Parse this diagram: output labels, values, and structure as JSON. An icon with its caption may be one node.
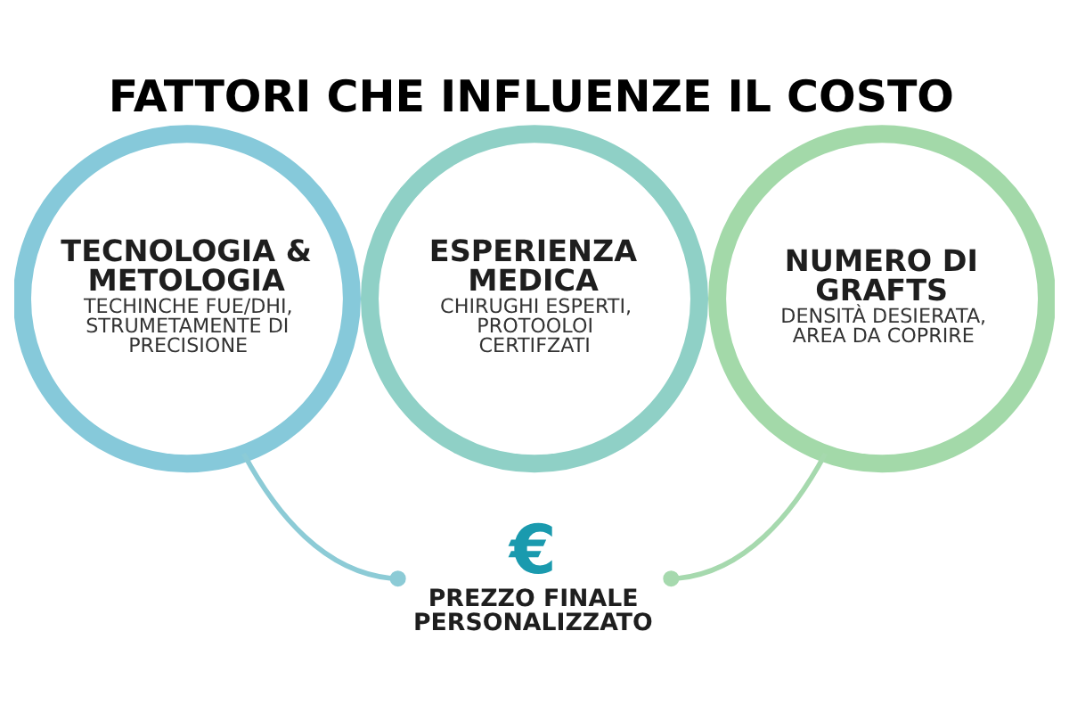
{
  "diagram": {
    "title": "FATTORI CHE INFLUENZE IL COSTO",
    "nodes": [
      {
        "text": [
          "TECNOLOGIA & METOLOGIA",
          "TECHINCHE FUE/DHI, STRUMETAMENTE DI PRECISIONE"
        ]
      },
      {
        "text": [
          "ESPERIENZA MEDICA",
          "CHIRUGHI ESPERTI, PROTOOLOI CERTIFZATI"
        ]
      },
      {
        "text": [
          "NUMERO DI GRAFTS",
          "DENSITÀ DESIERATA, AREA DA COPRIRE"
        ]
      },
      {
        "text": [
          "€",
          "PREZZO FINALE PERSONALIZZATO"
        ]
      }
    ],
    "edges": [
      {
        "from": 0,
        "to": 3,
        "arrow": "other",
        "color": "#8ccbd6"
      },
      {
        "from": 2,
        "to": 3,
        "arrow": "other",
        "color": "#a6d9ae"
      }
    ]
  }
}
